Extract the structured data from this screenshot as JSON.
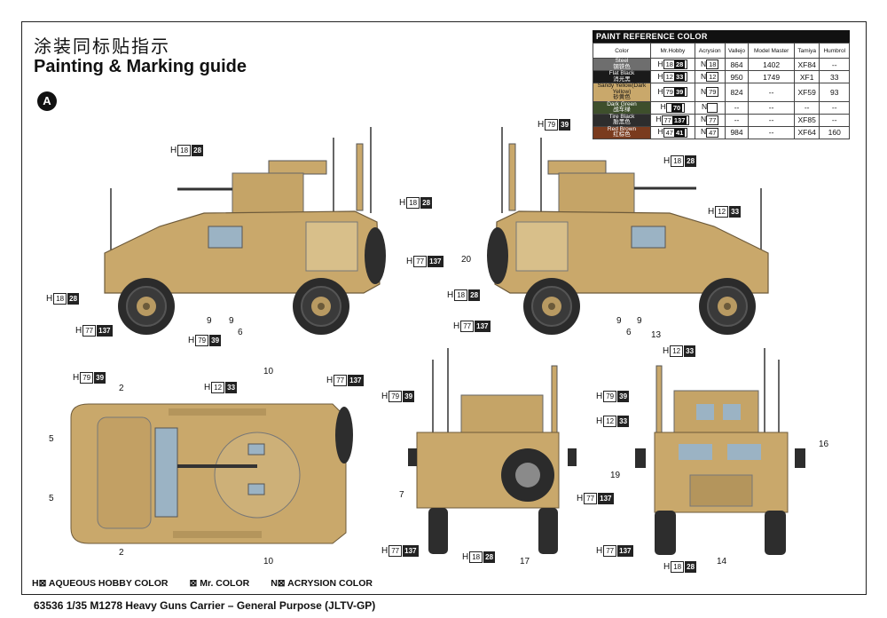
{
  "header": {
    "title_cn": "涂装同标贴指示",
    "title_en": "Painting & Marking guide",
    "section_badge": "A"
  },
  "paint_table": {
    "title": "PAINT REFERENCE COLOR",
    "columns": [
      "Color",
      "Mr.Hobby",
      "Acrysion",
      "Vallejo",
      "Model Master",
      "Tamiya",
      "Humbrol"
    ],
    "rows": [
      {
        "name": "Steel",
        "name_cn": "钢铁色",
        "swatch": "#6e6e6e",
        "h": "18",
        "hn": "28",
        "n": "18",
        "vallejo": "864",
        "mm": "1402",
        "tamiya": "XF84",
        "humbrol": "--"
      },
      {
        "name": "Flat Black",
        "name_cn": "消光黑",
        "swatch": "#1a1a1a",
        "h": "12",
        "hn": "33",
        "n": "12",
        "vallejo": "950",
        "mm": "1749",
        "tamiya": "XF1",
        "humbrol": "33"
      },
      {
        "name": "Sandy Yellow(Dark Yellow)",
        "name_cn": "砂黄色",
        "swatch": "#c9a86b",
        "h": "79",
        "hn": "39",
        "n": "79",
        "vallejo": "824",
        "mm": "--",
        "tamiya": "XF59",
        "humbrol": "93"
      },
      {
        "name": "Dark Green",
        "name_cn": "战车绿",
        "swatch": "#3e4f2c",
        "h": "",
        "hn": "70",
        "n": "",
        "vallejo": "--",
        "mm": "--",
        "tamiya": "--",
        "humbrol": "--"
      },
      {
        "name": "Tire Black",
        "name_cn": "胎黑色",
        "swatch": "#2d2d2d",
        "h": "77",
        "hn": "137",
        "n": "77",
        "vallejo": "--",
        "mm": "--",
        "tamiya": "XF85",
        "humbrol": "--"
      },
      {
        "name": "Red Brown",
        "name_cn": "红棕色",
        "swatch": "#7a3b1e",
        "h": "47",
        "hn": "41",
        "n": "47",
        "vallejo": "984",
        "mm": "--",
        "tamiya": "XF64",
        "humbrol": "160"
      }
    ]
  },
  "callouts": [
    {
      "h": "18",
      "n": "28"
    },
    {
      "h": "18",
      "n": "28"
    },
    {
      "h": "77",
      "n": "137"
    },
    {
      "h": "18",
      "n": "28"
    },
    {
      "h": "77",
      "n": "137"
    },
    {
      "h": "79",
      "n": "39"
    },
    {
      "h": "79",
      "n": "39"
    },
    {
      "h": "18",
      "n": "28"
    },
    {
      "h": "12",
      "n": "33"
    },
    {
      "h": "18",
      "n": "28"
    },
    {
      "h": "77",
      "n": "137"
    },
    {
      "h": "79",
      "n": "39"
    },
    {
      "h": "12",
      "n": "33"
    },
    {
      "h": "77",
      "n": "137"
    },
    {
      "h": "79",
      "n": "39"
    },
    {
      "h": "77",
      "n": "137"
    },
    {
      "h": "77",
      "n": "137"
    },
    {
      "h": "18",
      "n": "28"
    },
    {
      "h": "12",
      "n": "33"
    },
    {
      "h": "79",
      "n": "39"
    },
    {
      "h": "12",
      "n": "33"
    },
    {
      "h": "77",
      "n": "137"
    },
    {
      "h": "18",
      "n": "28"
    }
  ],
  "part_numbers": [
    "9",
    "9",
    "6",
    "20",
    "9",
    "9",
    "6",
    "13",
    "10",
    "2",
    "5",
    "5",
    "2",
    "10",
    "7",
    "17",
    "16",
    "19",
    "14"
  ],
  "legend": {
    "h": "H⊠ AQUEOUS HOBBY COLOR",
    "mr": "⊠ Mr. COLOR",
    "n": "N⊠ ACRYSION COLOR"
  },
  "footer": "63536 1/35 M1278 Heavy Guns Carrier – General Purpose (JLTV-GP)"
}
